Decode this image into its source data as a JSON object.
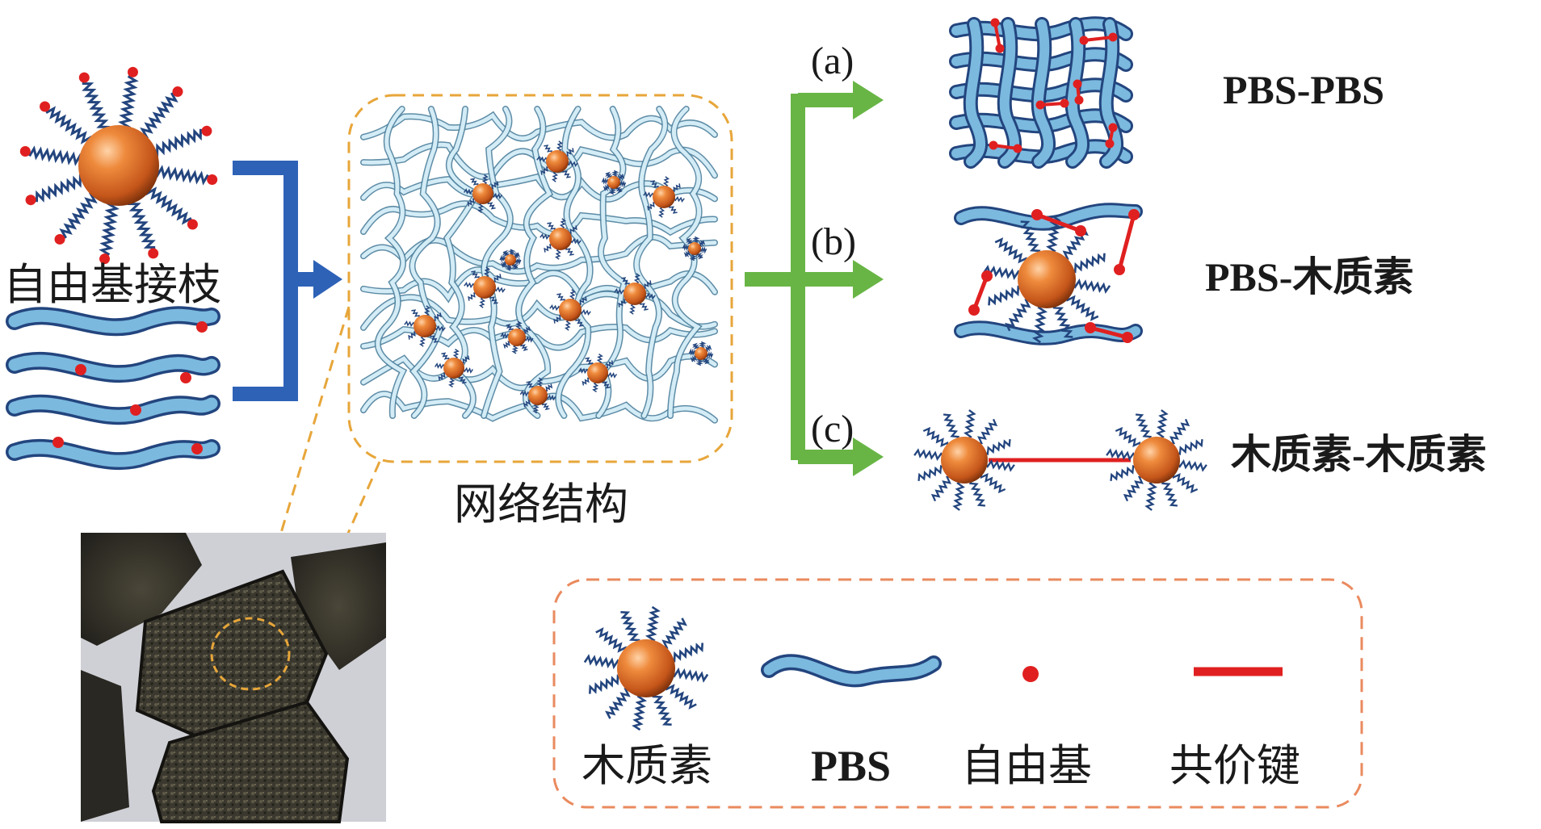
{
  "colors": {
    "blue_arrow": "#2d62b7",
    "green_arrow": "#68b545",
    "orange_dash": "#e7a63a",
    "legend_dash": "#ea8a5e",
    "radical_red": "#e02020",
    "pbs_blue": "#7bb9df",
    "lignin_orange": "#d6651e",
    "chain_navy": "#23457e"
  },
  "left": {
    "grafting_label": "自由基接枝"
  },
  "center": {
    "network_label": "网络结构"
  },
  "branches": [
    {
      "tag": "(a)",
      "product": "PBS-PBS"
    },
    {
      "tag": "(b)",
      "product": "PBS-木质素"
    },
    {
      "tag": "(c)",
      "product": "木质素-木质素"
    }
  ],
  "legend": {
    "items": [
      {
        "label": "木质素",
        "icon": "lignin-sphere-icon"
      },
      {
        "label": "PBS",
        "icon": "pbs-chain-icon"
      },
      {
        "label": "自由基",
        "icon": "radical-dot-icon"
      },
      {
        "label": "共价键",
        "icon": "covalent-bond-icon"
      }
    ]
  }
}
